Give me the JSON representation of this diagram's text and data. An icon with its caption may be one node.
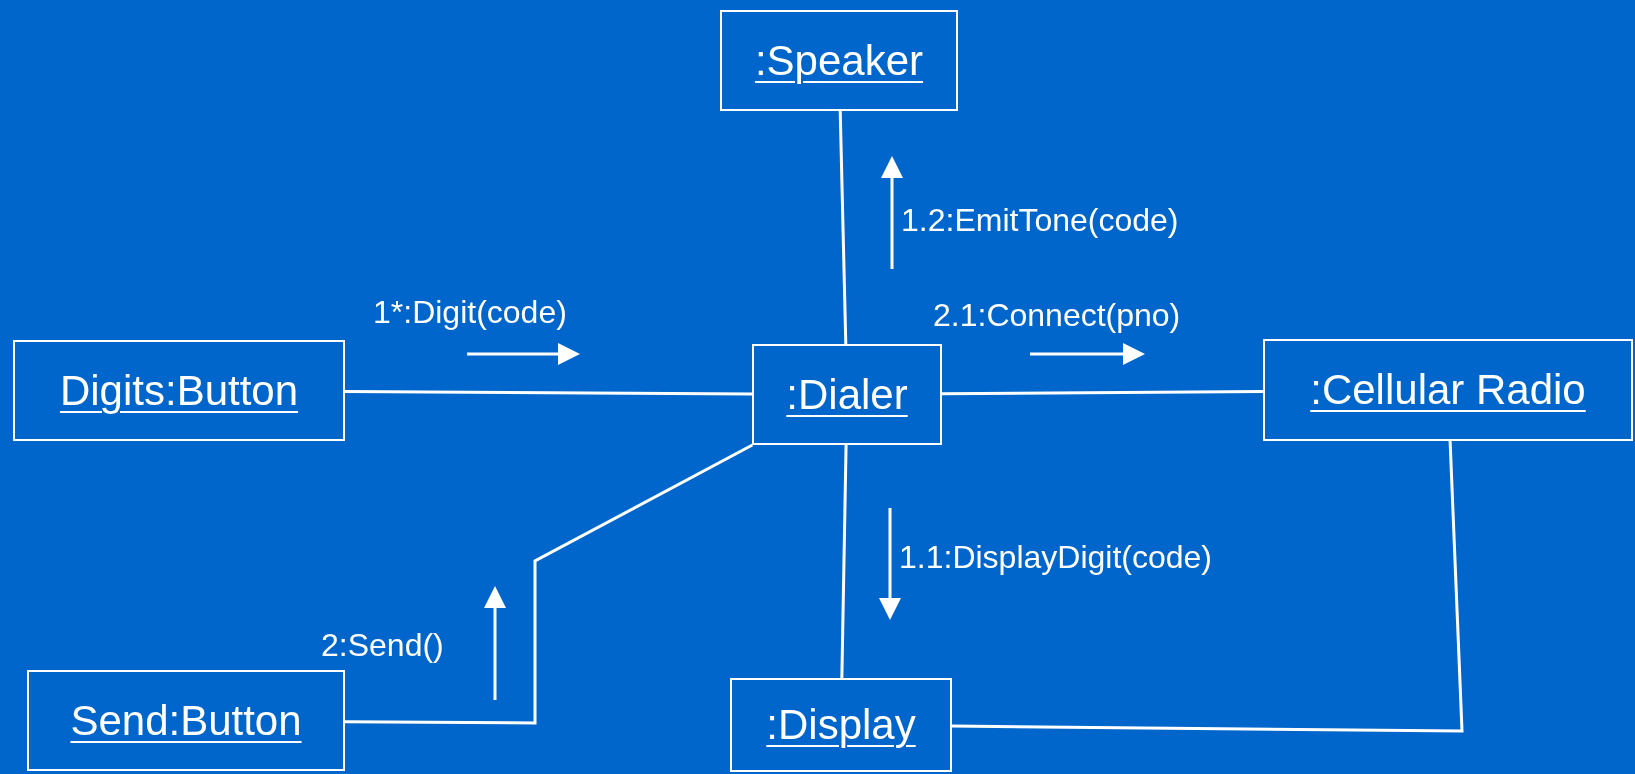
{
  "diagram": {
    "nodes": [
      {
        "text": [
          ":Speaker"
        ]
      },
      {
        "text": [
          "Digits:Button"
        ]
      },
      {
        "text": [
          ":Dialer"
        ]
      },
      {
        "text": [
          ":Cellular Radio"
        ]
      },
      {
        "text": [
          "Send:Button"
        ]
      },
      {
        "text": [
          ":Display"
        ]
      }
    ],
    "edges": [
      {
        "from": 1,
        "to": 2,
        "arrow": "none",
        "label": "1*:Digit(code)"
      },
      {
        "from": 2,
        "to": 0,
        "arrow": "none",
        "label": "1.2:EmitTone(code)"
      },
      {
        "from": 2,
        "to": 3,
        "arrow": "none",
        "label": "2.1:Connect(pno)"
      },
      {
        "from": 2,
        "to": 5,
        "arrow": "none",
        "label": "1.1:DisplayDigit(code)"
      },
      {
        "from": 4,
        "to": 2,
        "arrow": "none",
        "label": "2:Send()"
      },
      {
        "from": 5,
        "to": 3,
        "arrow": "none"
      }
    ]
  }
}
